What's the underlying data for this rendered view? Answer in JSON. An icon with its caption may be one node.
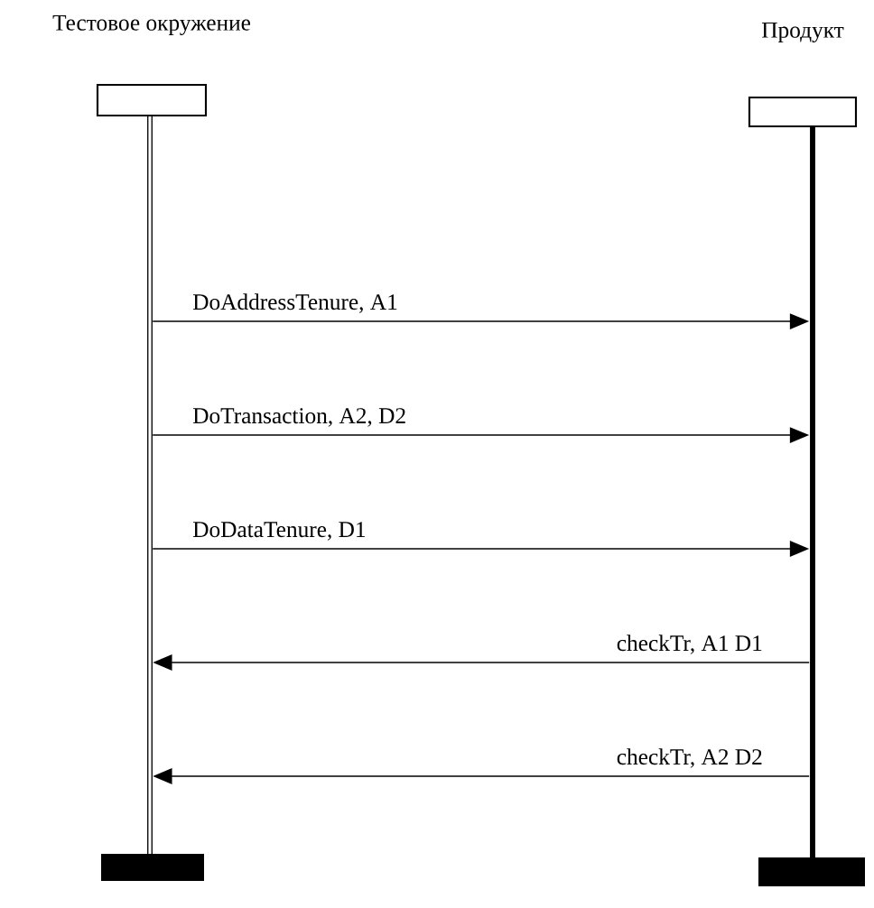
{
  "diagram": {
    "nodes": [
      {
        "text": [
          "Тестовое окружение"
        ]
      },
      {
        "text": [
          "Продукт"
        ]
      }
    ],
    "edges": [
      {
        "from": 0,
        "to": 1,
        "arrow": "to",
        "label": "DoAddressTenure, A1"
      },
      {
        "from": 0,
        "to": 1,
        "arrow": "to",
        "label": "DoTransaction, A2, D2"
      },
      {
        "from": 0,
        "to": 1,
        "arrow": "to",
        "label": "DoDataTenure, D1"
      },
      {
        "from": 1,
        "to": 0,
        "arrow": "to",
        "label": "checkTr, A1 D1"
      },
      {
        "from": 1,
        "to": 0,
        "arrow": "to",
        "label": "checkTr, A2 D2"
      }
    ]
  }
}
